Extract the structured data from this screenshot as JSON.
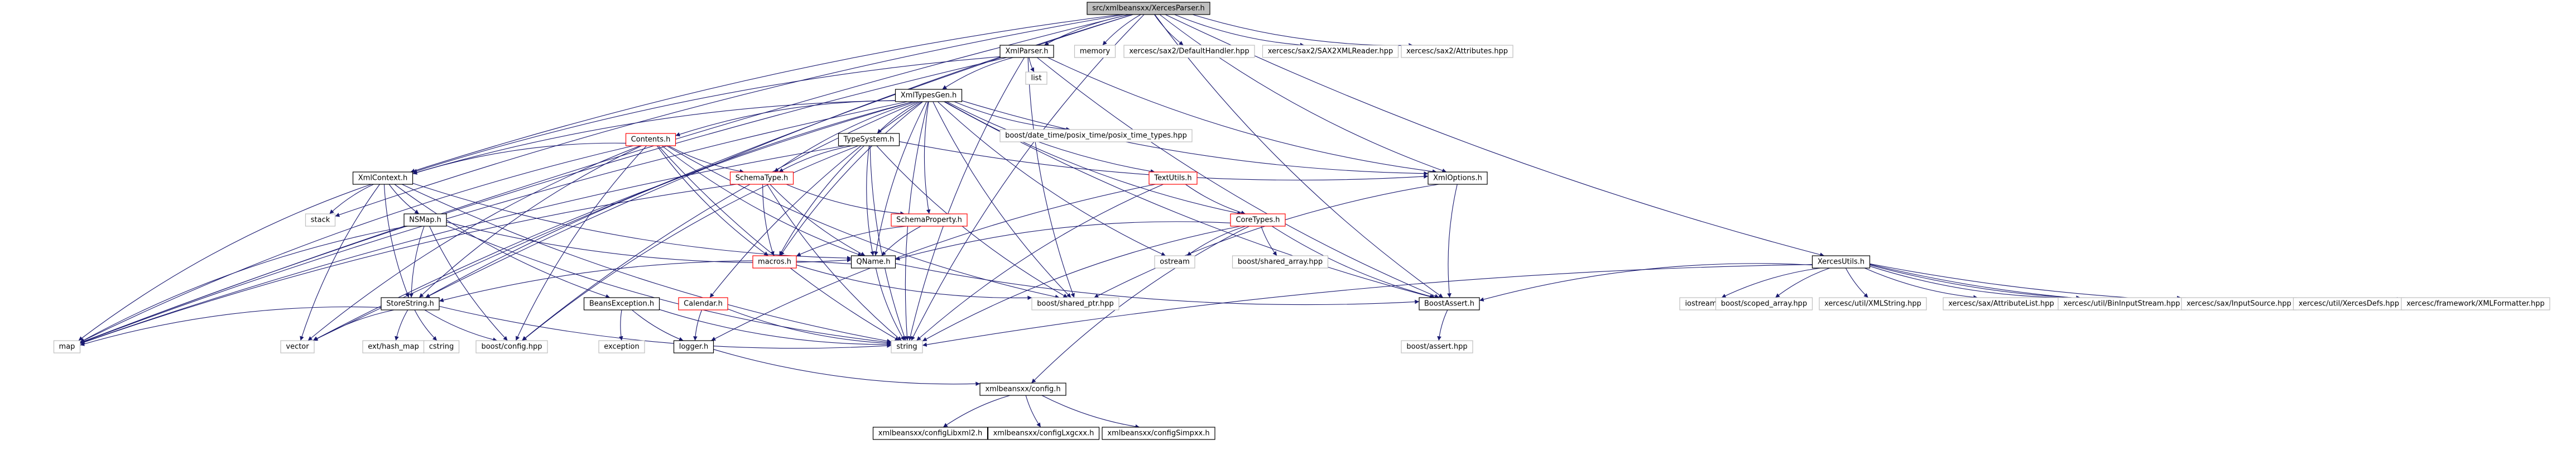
{
  "diagram": {
    "kind": "include dependency graph",
    "colors": {
      "edge": "#191970",
      "node_border_plain": "#bfbfbf",
      "node_border_doc": "#000000",
      "node_border_red": "#ff0000",
      "root_fill": "#bfbfbf",
      "node_fill": "#ffffff",
      "text": "#000000"
    },
    "nodes": [
      {
        "id": "root",
        "label": "src/xmlbeansxx/XercesParser.h",
        "style": "root"
      },
      {
        "id": "xmlparser",
        "label": "XmlParser.h",
        "style": "doc"
      },
      {
        "id": "memory",
        "label": "memory",
        "style": "plain"
      },
      {
        "id": "defaulthandler",
        "label": "xercesc/sax2/DefaultHandler.hpp",
        "style": "plain"
      },
      {
        "id": "sax2xmlreader",
        "label": "xercesc/sax2/SAX2XMLReader.hpp",
        "style": "plain"
      },
      {
        "id": "attributes",
        "label": "xercesc/sax2/Attributes.hpp",
        "style": "plain"
      },
      {
        "id": "list",
        "label": "list",
        "style": "plain"
      },
      {
        "id": "xmltypesgen",
        "label": "XmlTypesGen.h",
        "style": "doc"
      },
      {
        "id": "posixtime",
        "label": "boost/date_time/posix_time/posix_time_types.hpp",
        "style": "plain"
      },
      {
        "id": "contents",
        "label": "Contents.h",
        "style": "red"
      },
      {
        "id": "typesystem",
        "label": "TypeSystem.h",
        "style": "doc"
      },
      {
        "id": "textutils",
        "label": "TextUtils.h",
        "style": "red"
      },
      {
        "id": "xmlcontext",
        "label": "XmlContext.h",
        "style": "doc"
      },
      {
        "id": "schematype",
        "label": "SchemaType.h",
        "style": "red"
      },
      {
        "id": "xmloptions",
        "label": "XmlOptions.h",
        "style": "doc"
      },
      {
        "id": "stack",
        "label": "stack",
        "style": "plain"
      },
      {
        "id": "nsmap",
        "label": "NSMap.h",
        "style": "doc"
      },
      {
        "id": "schemaproperty",
        "label": "SchemaProperty.h",
        "style": "red"
      },
      {
        "id": "coretypes",
        "label": "CoreTypes.h",
        "style": "red"
      },
      {
        "id": "qname",
        "label": "QName.h",
        "style": "doc"
      },
      {
        "id": "ostream",
        "label": "ostream",
        "style": "plain"
      },
      {
        "id": "sharedarray",
        "label": "boost/shared_array.hpp",
        "style": "plain"
      },
      {
        "id": "macros",
        "label": "macros.h",
        "style": "red"
      },
      {
        "id": "sharedptr",
        "label": "boost/shared_ptr.hpp",
        "style": "plain"
      },
      {
        "id": "boostassert",
        "label": "BoostAssert.h",
        "style": "doc"
      },
      {
        "id": "boostasserthpp",
        "label": "boost/assert.hpp",
        "style": "plain"
      },
      {
        "id": "storestring",
        "label": "StoreString.h",
        "style": "doc"
      },
      {
        "id": "beansexception",
        "label": "BeansException.h",
        "style": "doc"
      },
      {
        "id": "calendar",
        "label": "Calendar.h",
        "style": "red"
      },
      {
        "id": "map",
        "label": "map",
        "style": "plain"
      },
      {
        "id": "vector",
        "label": "vector",
        "style": "plain"
      },
      {
        "id": "exthashmap",
        "label": "ext/hash_map",
        "style": "plain"
      },
      {
        "id": "cstring",
        "label": "cstring",
        "style": "plain"
      },
      {
        "id": "boostconfig",
        "label": "boost/config.hpp",
        "style": "plain"
      },
      {
        "id": "exception",
        "label": "exception",
        "style": "plain"
      },
      {
        "id": "logger",
        "label": "logger.h",
        "style": "doc"
      },
      {
        "id": "string",
        "label": "string",
        "style": "plain"
      },
      {
        "id": "xercesutils",
        "label": "XercesUtils.h",
        "style": "doc"
      },
      {
        "id": "iostream",
        "label": "iostream",
        "style": "plain"
      },
      {
        "id": "scopedarray",
        "label": "boost/scoped_array.hpp",
        "style": "plain"
      },
      {
        "id": "xmlstring",
        "label": "xercesc/util/XMLString.hpp",
        "style": "plain"
      },
      {
        "id": "attributelist",
        "label": "xercesc/sax/AttributeList.hpp",
        "style": "plain"
      },
      {
        "id": "bininputstream",
        "label": "xercesc/util/BinInputStream.hpp",
        "style": "plain"
      },
      {
        "id": "inputsource",
        "label": "xercesc/sax/InputSource.hpp",
        "style": "plain"
      },
      {
        "id": "xercesdefs",
        "label": "xercesc/util/XercesDefs.hpp",
        "style": "plain"
      },
      {
        "id": "xmlformatter",
        "label": "xercesc/framework/XMLFormatter.hpp",
        "style": "plain"
      },
      {
        "id": "config",
        "label": "xmlbeansxx/config.h",
        "style": "doc"
      },
      {
        "id": "configlibxml2",
        "label": "xmlbeansxx/configLibxml2.h",
        "style": "doc"
      },
      {
        "id": "configxercesc",
        "label": "xmlbeansxx/configLxgcxx.h",
        "style": "doc"
      },
      {
        "id": "configsimpxx",
        "label": "xmlbeansxx/configSimpxx.h",
        "style": "doc"
      }
    ],
    "edges": [
      [
        "root",
        "xmlparser"
      ],
      [
        "root",
        "memory"
      ],
      [
        "root",
        "defaulthandler"
      ],
      [
        "root",
        "sax2xmlreader"
      ],
      [
        "root",
        "attributes"
      ],
      [
        "root",
        "xercesutils"
      ],
      [
        "root",
        "xmlcontext"
      ],
      [
        "root",
        "xmloptions"
      ],
      [
        "root",
        "stack"
      ],
      [
        "root",
        "map"
      ],
      [
        "root",
        "vector"
      ],
      [
        "root",
        "string"
      ],
      [
        "root",
        "boostassert"
      ],
      [
        "root",
        "storestring"
      ],
      [
        "xmlparser",
        "list"
      ],
      [
        "xmlparser",
        "xmltypesgen"
      ],
      [
        "xmlparser",
        "xmloptions"
      ],
      [
        "xmlparser",
        "xmlcontext"
      ],
      [
        "xmlparser",
        "string"
      ],
      [
        "xmlparser",
        "map"
      ],
      [
        "xmlparser",
        "sharedptr"
      ],
      [
        "xmlparser",
        "boostassert"
      ],
      [
        "xmltypesgen",
        "posixtime"
      ],
      [
        "xmltypesgen",
        "contents"
      ],
      [
        "xmltypesgen",
        "typesystem"
      ],
      [
        "xmltypesgen",
        "textutils"
      ],
      [
        "xmltypesgen",
        "xmlcontext"
      ],
      [
        "xmltypesgen",
        "schematype"
      ],
      [
        "xmltypesgen",
        "xmloptions"
      ],
      [
        "xmltypesgen",
        "coretypes"
      ],
      [
        "xmltypesgen",
        "schemaproperty"
      ],
      [
        "xmltypesgen",
        "qname"
      ],
      [
        "xmltypesgen",
        "macros"
      ],
      [
        "xmltypesgen",
        "ostream"
      ],
      [
        "xmltypesgen",
        "sharedptr"
      ],
      [
        "xmltypesgen",
        "boostassert"
      ],
      [
        "xmltypesgen",
        "storestring"
      ],
      [
        "xmltypesgen",
        "calendar"
      ],
      [
        "xmltypesgen",
        "string"
      ],
      [
        "xmltypesgen",
        "map"
      ],
      [
        "xmltypesgen",
        "vector"
      ],
      [
        "xmltypesgen",
        "boostconfig"
      ],
      [
        "contents",
        "xmlcontext"
      ],
      [
        "contents",
        "schematype"
      ],
      [
        "contents",
        "qname"
      ],
      [
        "contents",
        "macros"
      ],
      [
        "contents",
        "storestring"
      ],
      [
        "contents",
        "sharedptr"
      ],
      [
        "contents",
        "boostconfig"
      ],
      [
        "contents",
        "map"
      ],
      [
        "contents",
        "vector"
      ],
      [
        "contents",
        "string"
      ],
      [
        "typesystem",
        "schematype"
      ],
      [
        "typesystem",
        "qname"
      ],
      [
        "typesystem",
        "macros"
      ],
      [
        "typesystem",
        "sharedptr"
      ],
      [
        "typesystem",
        "map"
      ],
      [
        "typesystem",
        "string"
      ],
      [
        "typesystem",
        "xmloptions"
      ],
      [
        "typesystem",
        "boostconfig"
      ],
      [
        "textutils",
        "coretypes"
      ],
      [
        "textutils",
        "logger"
      ],
      [
        "textutils",
        "string"
      ],
      [
        "xmlcontext",
        "stack"
      ],
      [
        "xmlcontext",
        "nsmap"
      ],
      [
        "xmlcontext",
        "storestring"
      ],
      [
        "xmlcontext",
        "qname"
      ],
      [
        "xmlcontext",
        "beansexception"
      ],
      [
        "xmlcontext",
        "map"
      ],
      [
        "xmlcontext",
        "vector"
      ],
      [
        "xmlcontext",
        "string"
      ],
      [
        "schematype",
        "schemaproperty"
      ],
      [
        "schematype",
        "qname"
      ],
      [
        "schematype",
        "macros"
      ],
      [
        "schematype",
        "string"
      ],
      [
        "schematype",
        "map"
      ],
      [
        "xmloptions",
        "boostassert"
      ],
      [
        "xmloptions",
        "sharedptr"
      ],
      [
        "nsmap",
        "storestring"
      ],
      [
        "nsmap",
        "qname"
      ],
      [
        "nsmap",
        "map"
      ],
      [
        "nsmap",
        "string"
      ],
      [
        "nsmap",
        "boostconfig"
      ],
      [
        "schemaproperty",
        "qname"
      ],
      [
        "schemaproperty",
        "macros"
      ],
      [
        "coretypes",
        "ostream"
      ],
      [
        "coretypes",
        "sharedarray"
      ],
      [
        "coretypes",
        "qname"
      ],
      [
        "coretypes",
        "boostassert"
      ],
      [
        "coretypes",
        "string"
      ],
      [
        "coretypes",
        "config"
      ],
      [
        "qname",
        "storestring"
      ],
      [
        "qname",
        "string"
      ],
      [
        "qname",
        "boostassert"
      ],
      [
        "macros",
        "sharedptr"
      ],
      [
        "boostassert",
        "boostasserthpp"
      ],
      [
        "storestring",
        "exthashmap"
      ],
      [
        "storestring",
        "cstring"
      ],
      [
        "storestring",
        "boostconfig"
      ],
      [
        "storestring",
        "map"
      ],
      [
        "storestring",
        "vector"
      ],
      [
        "storestring",
        "string"
      ],
      [
        "beansexception",
        "exception"
      ],
      [
        "beansexception",
        "logger"
      ],
      [
        "beansexception",
        "string"
      ],
      [
        "calendar",
        "logger"
      ],
      [
        "calendar",
        "string"
      ],
      [
        "logger",
        "config"
      ],
      [
        "config",
        "configlibxml2"
      ],
      [
        "config",
        "configxercesc"
      ],
      [
        "config",
        "configsimpxx"
      ],
      [
        "xercesutils",
        "boostassert"
      ],
      [
        "xercesutils",
        "string"
      ],
      [
        "xercesutils",
        "iostream"
      ],
      [
        "xercesutils",
        "scopedarray"
      ],
      [
        "xercesutils",
        "xmlstring"
      ],
      [
        "xercesutils",
        "attributelist"
      ],
      [
        "xercesutils",
        "bininputstream"
      ],
      [
        "xercesutils",
        "inputsource"
      ],
      [
        "xercesutils",
        "xercesdefs"
      ],
      [
        "xercesutils",
        "xmlformatter"
      ]
    ]
  }
}
